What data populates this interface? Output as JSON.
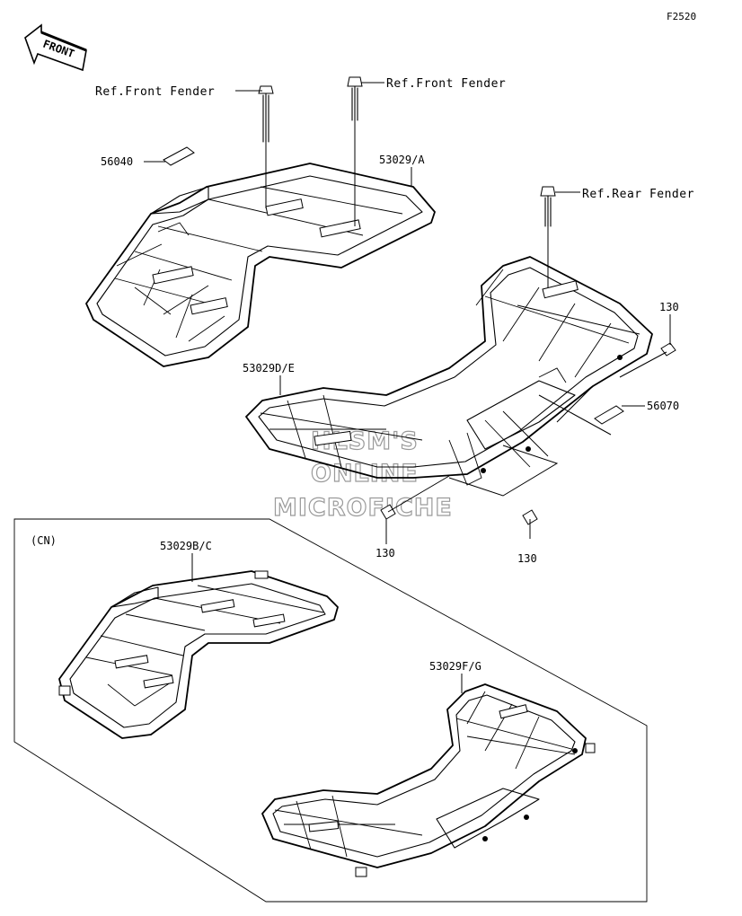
{
  "figure_code": "F2520",
  "front_arrow": {
    "text": "FRONT",
    "icon": "front-arrow-icon"
  },
  "callouts": {
    "ref_front_fender_left": "Ref.Front Fender",
    "ref_front_fender_right": "Ref.Front Fender",
    "ref_rear_fender": "Ref.Rear Fender",
    "part_56040": "56040",
    "part_53029_a": "53029/A",
    "part_130_top": "130",
    "part_53029_de": "53029D/E",
    "part_56070": "56070",
    "part_130_left": "130",
    "part_130_right": "130",
    "region_cn": "(CN)",
    "part_53029_bc": "53029B/C",
    "part_53029_fg": "53029F/G"
  },
  "watermark": [
    "HLSM'S",
    "ONLINE",
    "MICROFICHE"
  ]
}
